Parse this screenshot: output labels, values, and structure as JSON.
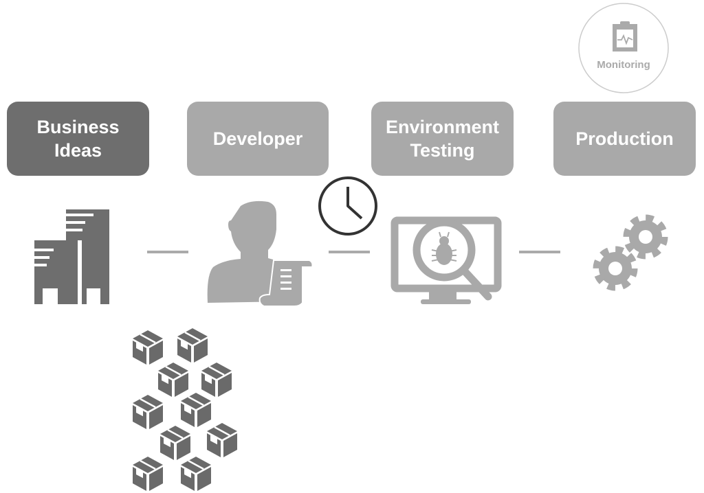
{
  "stages": [
    {
      "label": "Business\nIdeas",
      "icon": "buildings-icon"
    },
    {
      "label": "Developer",
      "icon": "developer-person-scroll-icon"
    },
    {
      "label": "Environment\nTesting",
      "icon": "monitor-bug-magnifier-icon"
    },
    {
      "label": "Production",
      "icon": "gears-icon"
    }
  ],
  "monitoring": {
    "label": "Monitoring",
    "icon": "clipboard-chart-icon"
  },
  "extras": {
    "clock_icon": "clock-icon",
    "packages_icon": "package-boxes-icon"
  },
  "colors": {
    "dark": "#6e6e6e",
    "light": "#a9a9a9",
    "clock": "#333333"
  }
}
